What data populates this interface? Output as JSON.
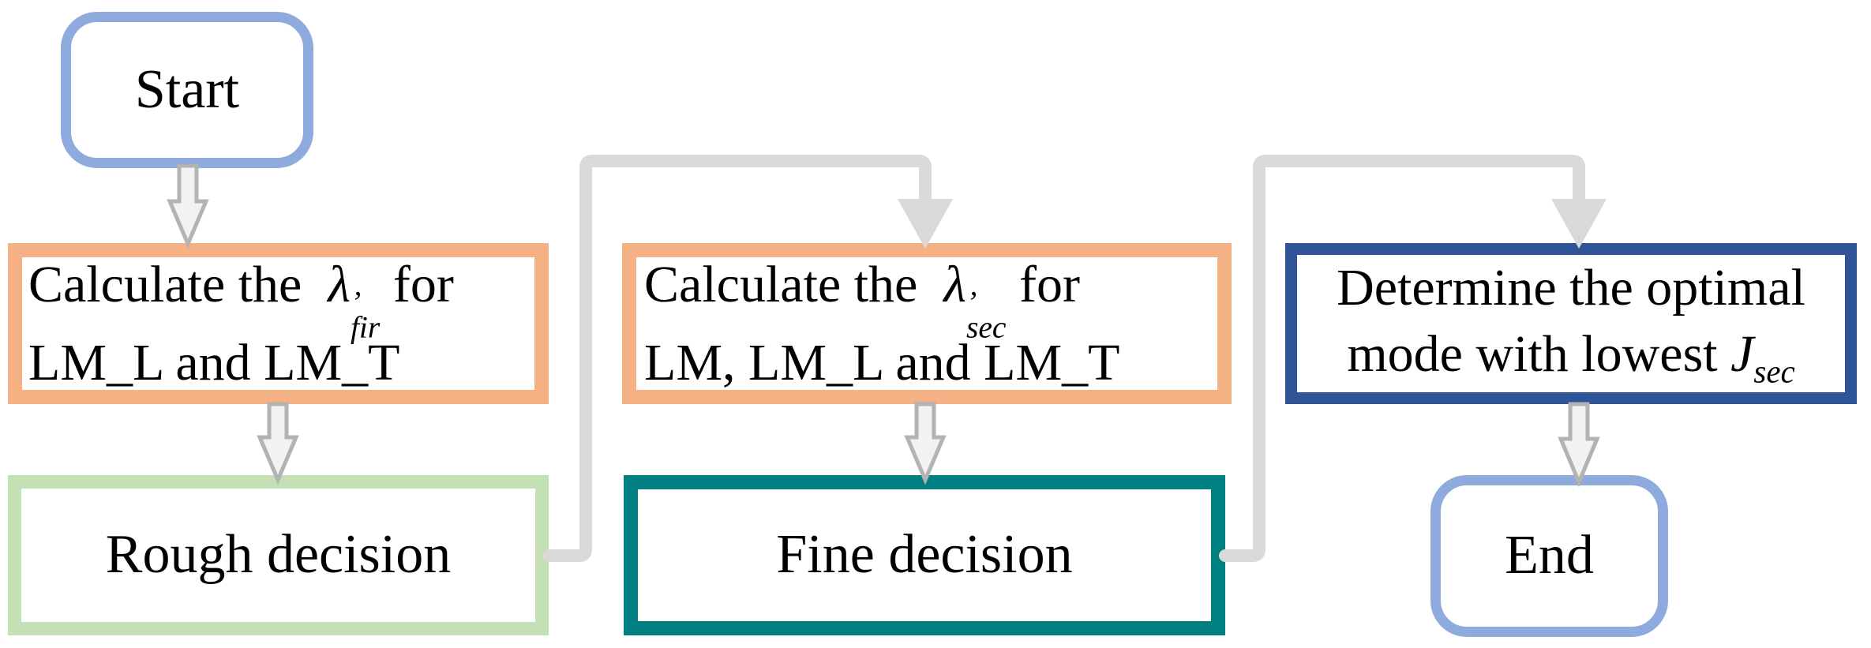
{
  "colors": {
    "canvas_bg": "#ffffff",
    "start_end_border": "#8faadc",
    "calc_border": "#f4b183",
    "rough_border": "#c5e0b4",
    "fine_border": "#008080",
    "optimal_border": "#2f5597",
    "connector": "#d9d9d9",
    "arrow_fill": "#f2f2f2",
    "arrow_stroke": "#b3b3b3",
    "text": "#000000"
  },
  "nodes": {
    "start": {
      "label": "Start"
    },
    "calc_fir": {
      "line1_pre": "Calculate the  ",
      "lambda": "λ",
      "prime": "’",
      "sub": "fir",
      "line1_post": " for",
      "line2": "LM_L and LM_T"
    },
    "rough": {
      "label": "Rough decision"
    },
    "calc_sec": {
      "line1_pre": "Calculate the  ",
      "lambda": "λ",
      "prime": "’",
      "sub": "sec",
      "line1_post": " for",
      "line2": "LM, LM_L and LM_T"
    },
    "fine": {
      "label": "Fine decision"
    },
    "optimal": {
      "line1": "Determine the optimal",
      "line2_pre": "mode with lowest ",
      "j": "J",
      "j_sub": "sec"
    },
    "end": {
      "label": "End"
    }
  }
}
